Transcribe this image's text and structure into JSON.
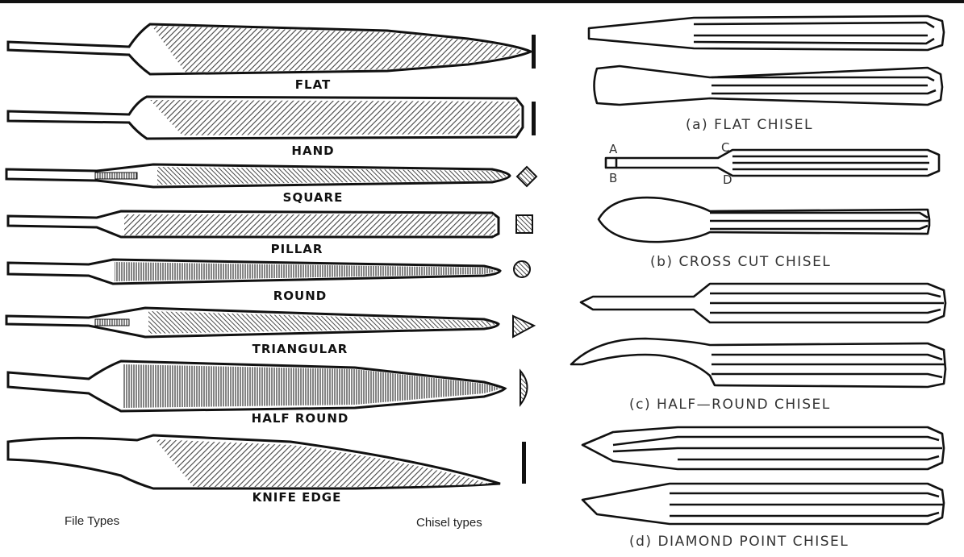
{
  "files": {
    "caption": "File Types",
    "labels": {
      "flat": "FLAT",
      "hand": "HAND",
      "square": "SQUARE",
      "pillar": "PILLAR",
      "round": "ROUND",
      "triangular": "TRIANGULAR",
      "half_round": "HALF ROUND",
      "knife_edge": "KNIFE EDGE"
    }
  },
  "chisels": {
    "caption": "Chisel types",
    "labels": {
      "flat": "(a)  FLAT  CHISEL",
      "cross_cut": "(b)  CROSS  CUT  CHISEL",
      "half_round": "(c)  HALF—ROUND  CHISEL",
      "diamond_point": "(d)  DIAMOND  POINT  CHISEL"
    },
    "points": {
      "a": "A",
      "b": "B",
      "c": "C",
      "d": "D"
    }
  },
  "colors": {
    "ink": "#111111",
    "hatch": "#555555"
  }
}
